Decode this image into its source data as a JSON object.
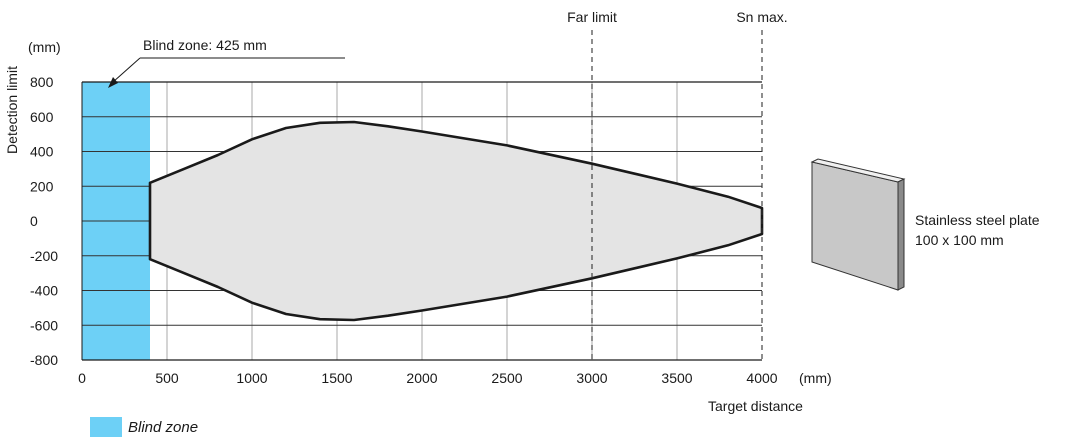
{
  "chart_data": {
    "type": "area",
    "ylabel": "Detection limit",
    "yunit": "(mm)",
    "xlabel": "Target distance",
    "xunit": "(mm)",
    "xlim": [
      0,
      4000
    ],
    "ylim": [
      -800,
      800
    ],
    "x_ticks": [
      0,
      500,
      1000,
      1500,
      2000,
      2500,
      3000,
      3500,
      4000
    ],
    "y_ticks": [
      800,
      600,
      400,
      200,
      0,
      -200,
      -400,
      -600,
      -800
    ],
    "grid": true,
    "blind_zone": {
      "from": 0,
      "to": 400,
      "label": "Blind zone: 425 mm",
      "color": "#6dd0f6"
    },
    "far_limit": {
      "x": 3000,
      "label": "Far limit"
    },
    "sn_max": {
      "x": 4000,
      "label": "Sn max."
    },
    "detection_area": {
      "fill": "#e4e4e4",
      "upper": [
        [
          400,
          220
        ],
        [
          600,
          300
        ],
        [
          800,
          380
        ],
        [
          1000,
          470
        ],
        [
          1200,
          535
        ],
        [
          1400,
          565
        ],
        [
          1600,
          570
        ],
        [
          1800,
          545
        ],
        [
          2000,
          515
        ],
        [
          2500,
          435
        ],
        [
          3000,
          330
        ],
        [
          3500,
          215
        ],
        [
          3800,
          140
        ],
        [
          4000,
          75
        ]
      ],
      "lower": [
        [
          400,
          -220
        ],
        [
          600,
          -300
        ],
        [
          800,
          -380
        ],
        [
          1000,
          -470
        ],
        [
          1200,
          -535
        ],
        [
          1400,
          -565
        ],
        [
          1600,
          -570
        ],
        [
          1800,
          -545
        ],
        [
          2000,
          -515
        ],
        [
          2500,
          -435
        ],
        [
          3000,
          -330
        ],
        [
          3500,
          -215
        ],
        [
          3800,
          -140
        ],
        [
          4000,
          -75
        ]
      ]
    },
    "target": {
      "line1": "Stainless steel plate",
      "line2": "100 x 100 mm"
    },
    "legend": [
      {
        "name": "Blind zone",
        "color": "#6dd0f6"
      }
    ]
  }
}
